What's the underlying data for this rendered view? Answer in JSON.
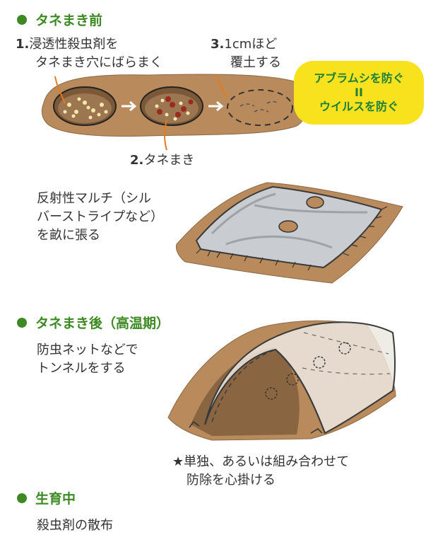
{
  "sections": {
    "before_sowing": {
      "title": "タネまき前",
      "step1": {
        "num": "1.",
        "line1": "浸透性殺虫剤を",
        "line2": "タネまき穴にばらまく"
      },
      "step2": {
        "num": "2.",
        "text": "タネまき"
      },
      "step3": {
        "num": "3.",
        "line1": "1cmほど",
        "line2": "覆土する"
      },
      "callout": {
        "line1": "アブラムシを防ぐ",
        "line2": "II",
        "line3": "ウイルスを防ぐ"
      },
      "mulch": {
        "line1": "反射性マルチ（シル",
        "line2": "バーストライプなど）",
        "line3": "を畝に張る"
      }
    },
    "after_sowing": {
      "title": "タネまき後（高温期）",
      "line1": "防虫ネットなどで",
      "line2": "トンネルをする",
      "note_line1": "★単独、あるいは組み合わせて",
      "note_line2": "防除を心掛ける"
    },
    "growing": {
      "title": "生育中",
      "text": "殺虫剤の散布"
    }
  },
  "colors": {
    "accent_green": "#3d8a24",
    "callout_yellow": "#f8e21e",
    "callout_text": "#1d7f3a",
    "soil": "#b88a5c",
    "arrow_orange": "#e87a1e"
  }
}
